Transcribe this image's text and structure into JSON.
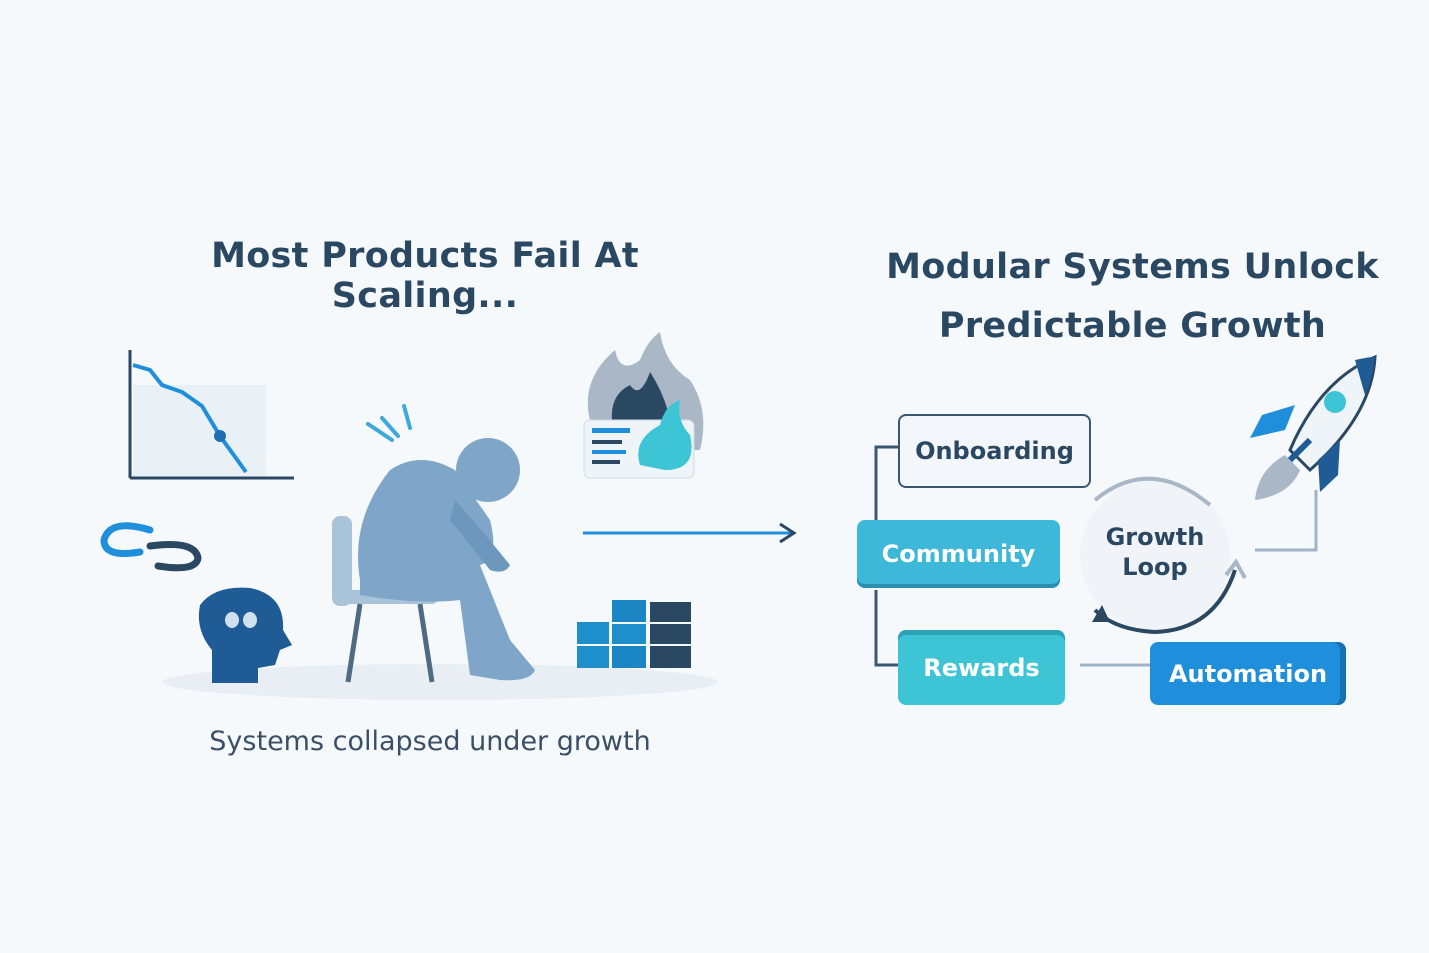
{
  "left_panel": {
    "title": "Most Products Fail At Scaling...",
    "caption": "Systems collapsed under growth"
  },
  "right_panel": {
    "title_line1": "Modular Systems Unlock",
    "title_line2": "Predictable Growth",
    "modules": {
      "onboarding": "Onboarding",
      "community": "Community",
      "rewards": "Rewards",
      "automation": "Automation"
    },
    "loop_line1": "Growth",
    "loop_line2": "Loop"
  },
  "colors": {
    "text": "#2b4863",
    "accent": "#1f8fdc",
    "teal": "#3ec5d5",
    "figure": "#7fa6c8"
  }
}
